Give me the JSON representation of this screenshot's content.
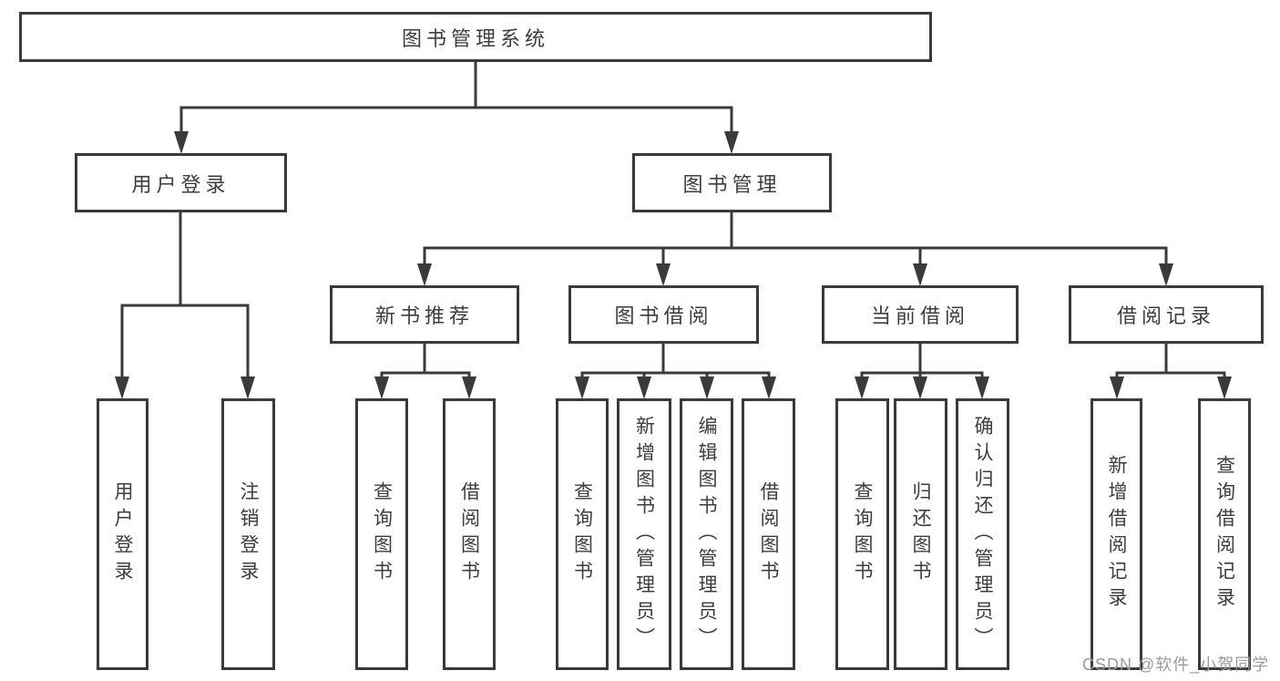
{
  "diagram": {
    "title": "图书管理系统",
    "level2": [
      "用户登录",
      "图书管理"
    ],
    "level3": [
      "新书推荐",
      "图书借阅",
      "当前借阅",
      "借阅记录"
    ],
    "leaves": [
      "用户登录",
      "注销登录",
      "查询图书",
      "借阅图书",
      "查询图书",
      "新增图书（管理员）",
      "编辑图书（管理员）",
      "借阅图书",
      "查询图书",
      "归还图书",
      "确认归还（管理员）",
      "新增借阅记录",
      "查询借阅记录"
    ]
  },
  "watermark": {
    "text": "CSDN @软件_小贺同学"
  },
  "colors": {
    "line": "#3a3a3a",
    "text": "#3d3d3d",
    "box_background": "#ffffff",
    "page_background": "#ffffff",
    "watermark": "#9b9b9b"
  }
}
